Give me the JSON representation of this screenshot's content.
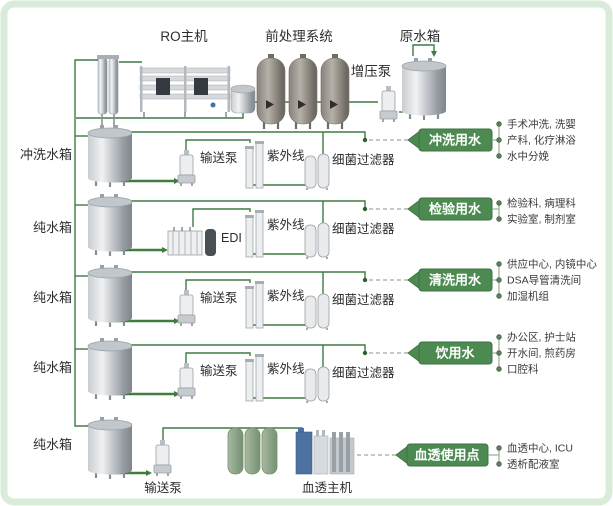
{
  "top": {
    "ro_unit": "RO主机",
    "pretreatment": "前处理系统",
    "raw_tank": "原水箱",
    "booster_pump": "增压泵"
  },
  "rows": [
    {
      "tank": "冲洗水箱",
      "pump": "输送泵",
      "uv": "紫外线",
      "filter": "细菌过滤器",
      "badge": "冲洗用水",
      "uses": [
        "手术冲洗, 洗婴",
        "产科, 化疗淋浴",
        "水中分娩"
      ]
    },
    {
      "tank": "纯水箱",
      "edi": "EDI",
      "uv": "紫外线",
      "filter": "细菌过滤器",
      "badge": "检验用水",
      "uses": [
        "检验科, 病理科",
        "实验室, 制剂室"
      ]
    },
    {
      "tank": "纯水箱",
      "pump": "输送泵",
      "uv": "紫外线",
      "filter": "细菌过滤器",
      "badge": "清洗用水",
      "uses": [
        "供应中心, 内镜中心",
        "DSA导管清洗间",
        "加湿机组"
      ]
    },
    {
      "tank": "纯水箱",
      "pump": "输送泵",
      "uv": "紫外线",
      "filter": "细菌过滤器",
      "badge": "饮用水",
      "uses": [
        "办公区, 护士站",
        "开水间, 煎药房",
        "口腔科"
      ]
    },
    {
      "tank": "纯水箱",
      "pump": "输送泵",
      "machine": "血透主机",
      "badge": "血透使用点",
      "uses": [
        "血透中心, ICU",
        "透析配液室"
      ]
    }
  ],
  "colors": {
    "pipe_green": "#3e7c41",
    "badge_green": "#4d8a51",
    "frame_green": "#d9ecd9",
    "dash_gray": "#9fa89f",
    "vessel_taupe": "#8d8981",
    "cylinder_green": "#8fa78b",
    "machine_blue": "#4d71a1"
  }
}
